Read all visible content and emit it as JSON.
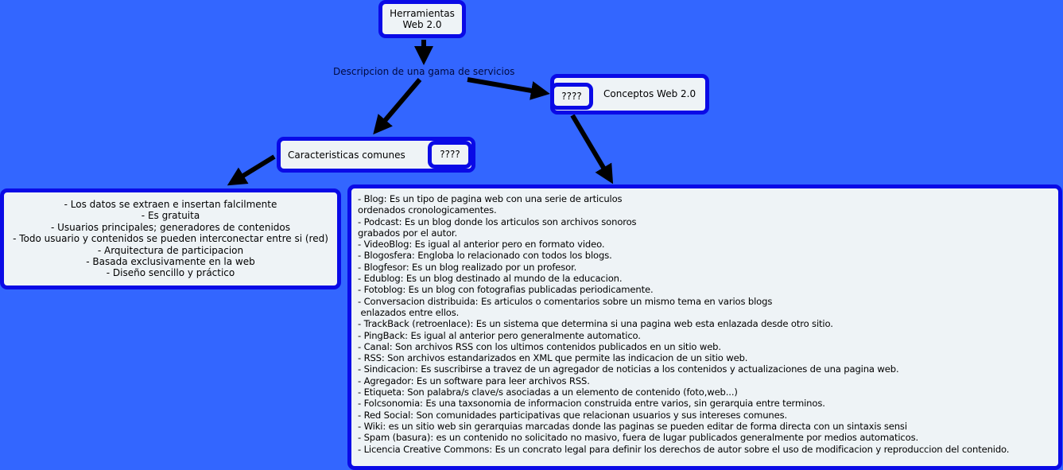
{
  "colors": {
    "background": "#3366ff",
    "node_border": "#0a0ae6",
    "node_fill": "#eef3f6",
    "arrow": "#000000"
  },
  "nodes": {
    "root": {
      "line1": "Herramientas",
      "line2": "Web 2.0"
    },
    "linking_phrase": "Descripcion de una gama de servicios",
    "conceptos": {
      "label": "Conceptos Web 2.0",
      "overlay": "????"
    },
    "caracteristicas": {
      "label": "Caracteristicas comunes",
      "overlay": "????"
    }
  },
  "caracteristicas_list": [
    "- Los datos se extraen e insertan falcilmente",
    "- Es gratuita",
    "- Usuarios principales; generadores de contenidos",
    "- Todo usuario y contenidos se pueden interconectar entre si (red)",
    "- Arquitectura de participacion",
    "- Basada exclusivamente en la web",
    "- Diseño sencillo y práctico"
  ],
  "conceptos_list": [
    "- Blog: Es un tipo de pagina web con una serie de articulos",
    "ordenados cronologicamentes.",
    "- Podcast: Es un blog donde los articulos son archivos sonoros",
    "grabados por el autor.",
    "- VideoBlog: Es igual al anterior pero en formato video.",
    "- Blogosfera: Engloba lo relacionado con todos los blogs.",
    "- Blogfesor: Es un blog realizado por un profesor.",
    "- Edublog: Es un blog destinado al mundo de la educacion.",
    "- Fotoblog: Es un blog con fotografias publicadas periodicamente.",
    "- Conversacion distribuida: Es articulos o comentarios sobre un mismo tema en varios blogs",
    " enlazados entre ellos.",
    "- TrackBack (retroenlace): Es un sistema que determina si una pagina web esta enlazada desde otro sitio.",
    "- PingBack: Es igual al anterior pero generalmente automatico.",
    "- Canal: Son archivos RSS con los ultimos contenidos publicados en un sitio web.",
    "- RSS: Son archivos estandarizados en XML que permite las indicacion de un sitio web.",
    "- Sindicacion: Es suscribirse a travez de un agregador de noticias a los contenidos y actualizaciones de una pagina web.",
    "- Agregador: Es un software para leer archivos RSS.",
    "- Etiqueta: Son palabra/s clave/s asociadas a un elemento de contenido (foto,web...)",
    "- Folcsonomia: Es una taxsonomia de informacion construida entre varios, sin gerarquia entre terminos.",
    "- Red Social: Son comunidades participativas que relacionan usuarios y sus intereses comunes.",
    "- Wiki: es un sitio web sin gerarquias marcadas donde las paginas se pueden editar de forma directa con un sintaxis sensi",
    "- Spam (basura): es un contenido no solicitado no masivo, fuera de lugar publicados generalmente por medios automaticos.",
    "- Licencia Creative Commons: Es un concrato legal para definir los derechos de autor sobre el uso de modificacion y reproduccion del contenido."
  ]
}
